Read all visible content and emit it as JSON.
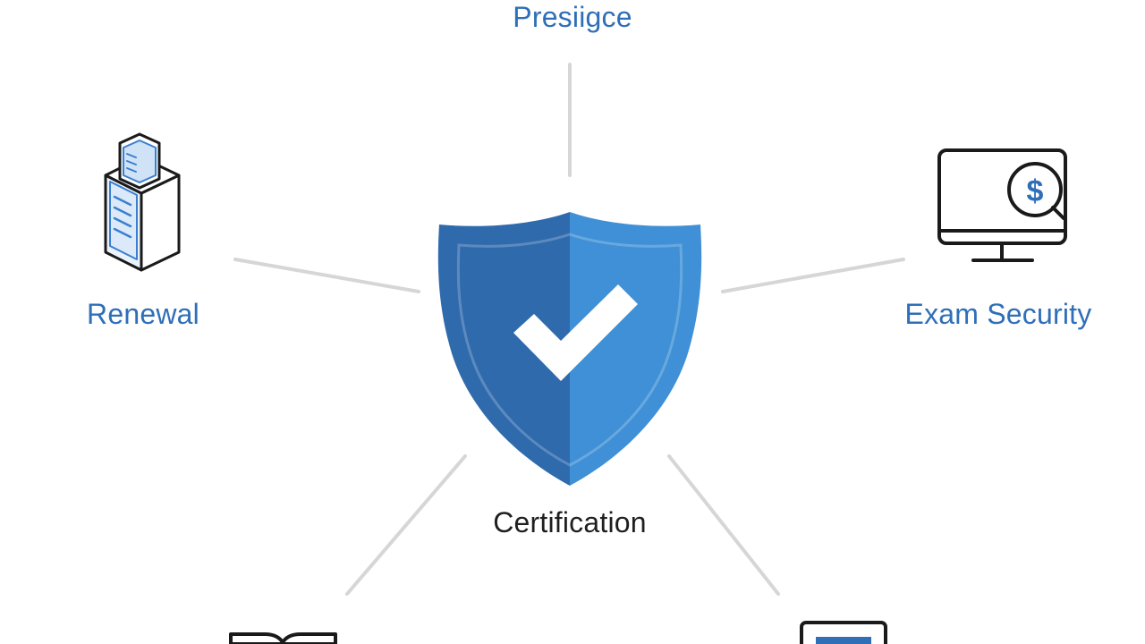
{
  "diagram": {
    "center": {
      "label": "Certification",
      "icon": "shield-check-icon"
    },
    "nodes": [
      {
        "id": "top",
        "label": "Presiigce",
        "icon": ""
      },
      {
        "id": "left",
        "label": "Renewal",
        "icon": "document-box-icon"
      },
      {
        "id": "right",
        "label": "Exam Security",
        "icon": "monitor-dollar-icon"
      },
      {
        "id": "bottom-left",
        "label": "",
        "icon": "book-icon"
      },
      {
        "id": "bottom-right",
        "label": "",
        "icon": "laptop-icon"
      }
    ]
  },
  "colors": {
    "accent": "#2f6fb8",
    "shield_dark": "#2f6aad",
    "shield_light": "#3f90d6",
    "connector": "#d6d6d6",
    "icon_stroke": "#1a1a1a",
    "center_text": "#1f1f1f"
  }
}
